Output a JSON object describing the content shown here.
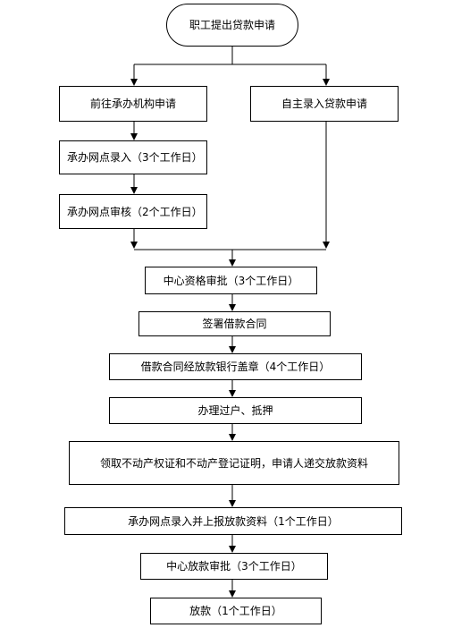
{
  "flow": {
    "start": "职工提出贷款申请",
    "branch_a": {
      "step1": "前往承办机构申请",
      "step2": "承办网点录入（3个工作日）",
      "step3": "承办网点审核（2个工作日）"
    },
    "branch_b": {
      "step1": "自主录入贷款申请"
    },
    "steps": [
      "中心资格审批（3个工作日）",
      "签署借款合同",
      "借款合同经放款银行盖章（4个工作日）",
      "办理过户、抵押",
      "领取不动产权证和不动产登记证明，申请人递交放款资料",
      "承办网点录入并上报放款资料（1个工作日）",
      "中心放款审批（3个工作日）",
      "放款（1个工作日）"
    ]
  }
}
